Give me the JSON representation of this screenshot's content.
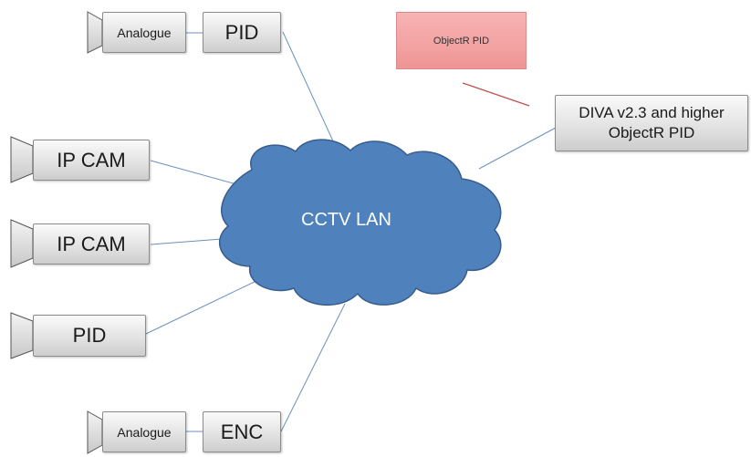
{
  "diagram": {
    "cloud": {
      "label": "CCTV LAN",
      "fill": "#4f81bd",
      "stroke": "#385d8a"
    },
    "link_color": "#6a91bf",
    "callout_line_color": "#c0504d",
    "nodes": {
      "analogue_top": "Analogue",
      "pid_top": "PID",
      "ip_cam_1": "IP CAM",
      "ip_cam_2": "IP CAM",
      "pid_left": "PID",
      "analogue_bottom": "Analogue",
      "enc_bottom": "ENC",
      "objectr_callout": "ObjectR PID",
      "diva_line1": "DIVA v2.3 and higher",
      "diva_line2": "ObjectR PID"
    }
  }
}
